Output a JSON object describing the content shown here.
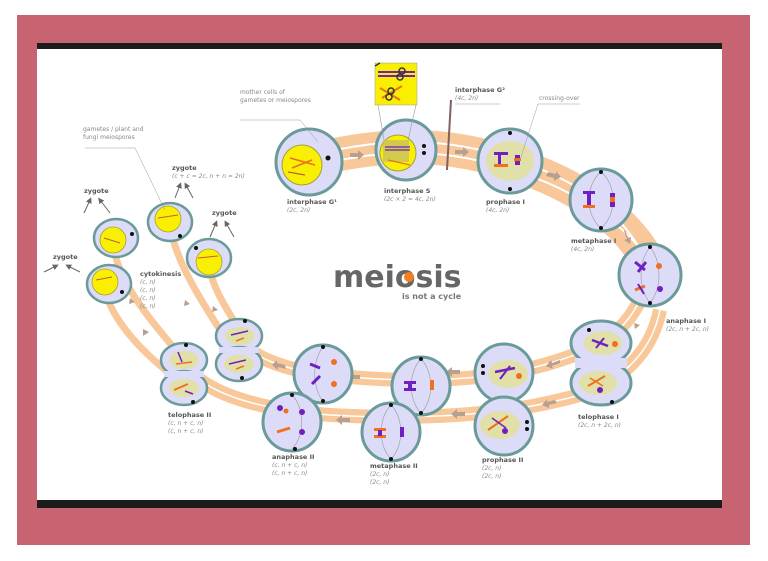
{
  "colors": {
    "frame": "#c86472",
    "bar": "#1c1c1c",
    "band": "#f8c89a",
    "band_line": "#ffffff",
    "cell_fill": "#dcdcf8",
    "cell_stroke": "#6a9a9a",
    "nucleus_yellow": "#f8f000",
    "nucleus_olive": "#e0e0a8",
    "chrom_purple": "#7020c0",
    "chrom_orange": "#f07020",
    "arrow": "#a08070",
    "title": "#666666",
    "title_accent": "#f08020"
  },
  "title": {
    "main_before": "mei",
    "main_accent": "o",
    "main_after": "sis",
    "subtitle": "is not a cycle"
  },
  "annotations": {
    "mother_cells": [
      "mother cells of",
      "gametes or meiospores"
    ],
    "gametes": [
      "gametes / plant and",
      "fungi meiospores"
    ],
    "crossing_over": "crossing-over"
  },
  "stages": [
    {
      "id": "interphase-g1",
      "name": "interphase G¹",
      "formula": [
        "(2c, 2n)"
      ]
    },
    {
      "id": "interphase-s",
      "name": "interphase S",
      "formula": [
        "(2c × 2 = 4c, 2n)"
      ]
    },
    {
      "id": "interphase-g2",
      "name": "interphase G²",
      "formula": [
        "(4c, 2n)"
      ]
    },
    {
      "id": "prophase-1",
      "name": "prophase I",
      "formula": [
        "(4c, 2n)"
      ]
    },
    {
      "id": "metaphase-1",
      "name": "metaphase I",
      "formula": [
        "(4c, 2n)"
      ]
    },
    {
      "id": "anaphase-1",
      "name": "anaphase I",
      "formula": [
        "(2c, n + 2c, n)"
      ]
    },
    {
      "id": "telophase-1",
      "name": "telophase I",
      "formula": [
        "(2c, n + 2c, n)"
      ]
    },
    {
      "id": "prophase-2",
      "name": "prophase II",
      "formula": [
        "(2c, n)",
        "(2c, n)"
      ]
    },
    {
      "id": "metaphase-2",
      "name": "metaphase II",
      "formula": [
        "(2c, n)",
        "(2c, n)"
      ]
    },
    {
      "id": "anaphase-2",
      "name": "anaphase II",
      "formula": [
        "(c, n + c, n)",
        "(c, n + c, n)"
      ]
    },
    {
      "id": "telophase-2",
      "name": "telophase II",
      "formula": [
        "(c, n + c, n)",
        "(c, n + c, n)"
      ]
    },
    {
      "id": "cytokinesis",
      "name": "cytokinesis",
      "formula": [
        "(c, n)",
        "(c, n)",
        "(c, n)",
        "(c, n)"
      ]
    },
    {
      "id": "zygote-main",
      "name": "zygote",
      "formula": [
        "(c + c = 2c, n + n = 2n)"
      ]
    },
    {
      "id": "zygote-a",
      "name": "zygote",
      "formula": []
    },
    {
      "id": "zygote-b",
      "name": "zygote",
      "formula": []
    },
    {
      "id": "zygote-c",
      "name": "zygote",
      "formula": []
    }
  ]
}
